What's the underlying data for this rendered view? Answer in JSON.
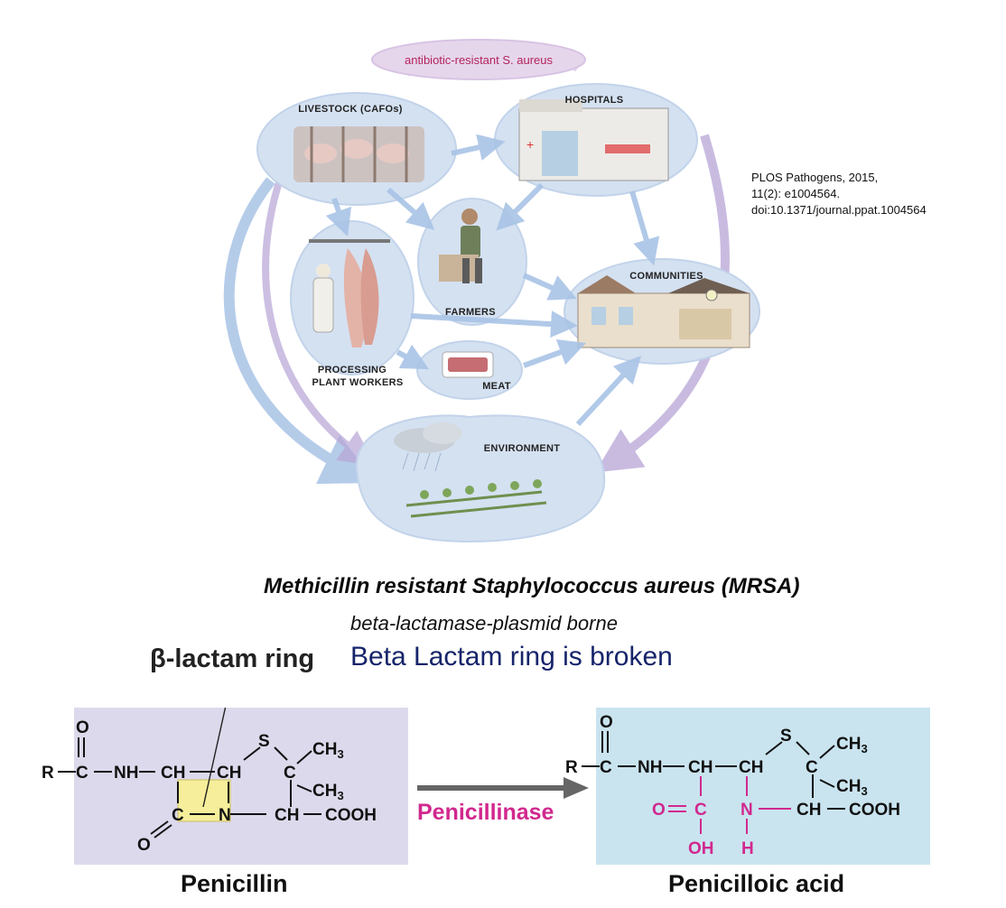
{
  "cycle": {
    "source": "antibiotic-resistant S. aureus",
    "nodes": {
      "livestock": "LIVESTOCK  (CAFOs)",
      "hospitals": "HOSPITALS",
      "farmers": "FARMERS",
      "communities": "COMMUNITIES",
      "processing_line1": "PROCESSING",
      "processing_line2": "PLANT WORKERS",
      "meat": "MEAT",
      "environment": "ENVIRONMENT"
    }
  },
  "citation": {
    "line1": "PLOS Pathogens, 2015,",
    "line2": "11(2): e1004564.",
    "line3": "doi:10.1371/journal.ppat.1004564"
  },
  "title": "Methicillin resistant Staphylococcus aureus (MRSA)",
  "subtitle": "beta-lactamase-plasmid borne",
  "note": "Beta Lactam ring is broken",
  "ring_label": "β-lactam ring",
  "enzyme": "Penicillinase",
  "penicillin": {
    "caption": "Penicillin",
    "R": "R",
    "O_top": "O",
    "C": "C",
    "NH": "NH",
    "CH1": "CH",
    "CH2": "CH",
    "S": "S",
    "Cq": "C",
    "CH3a": "CH",
    "CH3b": "CH",
    "three": "3",
    "C_ring": "C",
    "N": "N",
    "CH_low": "CH",
    "COOH": "COOH",
    "O_low": "O"
  },
  "acid": {
    "caption": "Penicilloic acid",
    "R": "R",
    "O_top": "O",
    "C": "C",
    "NH": "NH",
    "CH1": "CH",
    "CH2": "CH",
    "S": "S",
    "Cq": "C",
    "CH3a": "CH",
    "CH3b": "CH",
    "three": "3",
    "O_eq": "O",
    "C_low": "C",
    "OH": "OH",
    "N": "N",
    "H": "H",
    "CH_low": "CH",
    "COOH": "COOH"
  },
  "colors": {
    "bubble": "#d4e1f1",
    "arrow": "#a9c4e6",
    "source_bubble": "#e6d6ec",
    "accent_magenta": "#d1288e",
    "note_blue": "#16246a",
    "penicillin_bg": "#ddd9ec",
    "acid_bg": "#c9e4ef",
    "ring_highlight": "#f6ee9a"
  }
}
